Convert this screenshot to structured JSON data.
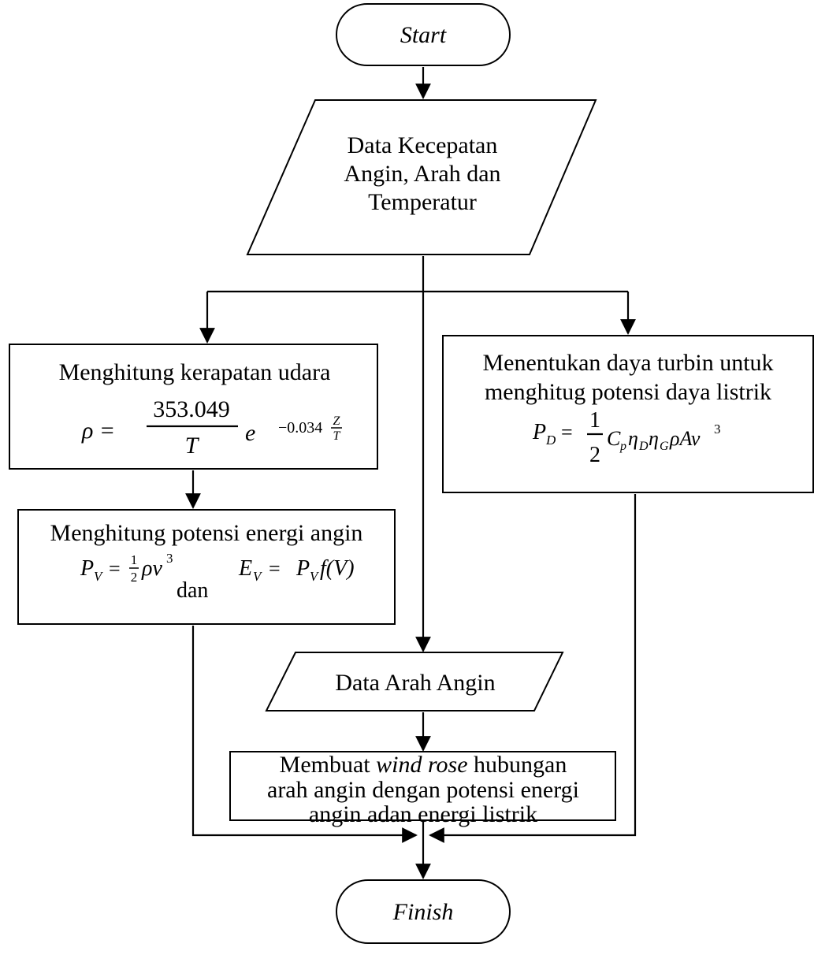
{
  "nodes": {
    "start": {
      "label": "Start"
    },
    "input_data": {
      "line1": "Data Kecepatan",
      "line2": "Angin, Arah dan",
      "line3": "Temperatur"
    },
    "air_density": {
      "title": "Menghitung kerapatan udara",
      "lhs": "ρ =",
      "numerator": "353.049",
      "denominator": "T",
      "exp_base": "e",
      "exp_coef": "−0.034",
      "exp_num": "Z",
      "exp_den": "T"
    },
    "turbine_power": {
      "line1": "Menentukan daya turbin untuk",
      "line2": "menghitug potensi daya listrik",
      "lhs": "P",
      "lhs_sub": "D",
      "eq": "=",
      "frac_num": "1",
      "frac_den": "2",
      "rhs": "C",
      "rhs_p": "p",
      "eta": "η",
      "eta_d": "D",
      "eta_g": "G",
      "tail": "ρAv",
      "tail_exp": "3"
    },
    "wind_energy": {
      "title": "Menghitung potensi energi angin",
      "pv": "P",
      "pv_sub": "V",
      "eq": "=",
      "half_num": "1",
      "half_den": "2",
      "rho_v": "ρv",
      "cube": "3",
      "dan": "dan",
      "ev": "E",
      "ev_sub": "V",
      "ev_eq": "=",
      "ev_rhs": "P",
      "ev_rhs_sub": "V",
      "fv": "f(V)"
    },
    "wind_direction": {
      "label": "Data Arah Angin"
    },
    "wind_rose": {
      "line1_pre": "Membuat",
      "line1_em": "wind rose",
      "line1_post": "hubungan",
      "line2": "arah angin dengan potensi energi",
      "line3": "angin adan energi listrik"
    },
    "finish": {
      "label": "Finish"
    }
  }
}
